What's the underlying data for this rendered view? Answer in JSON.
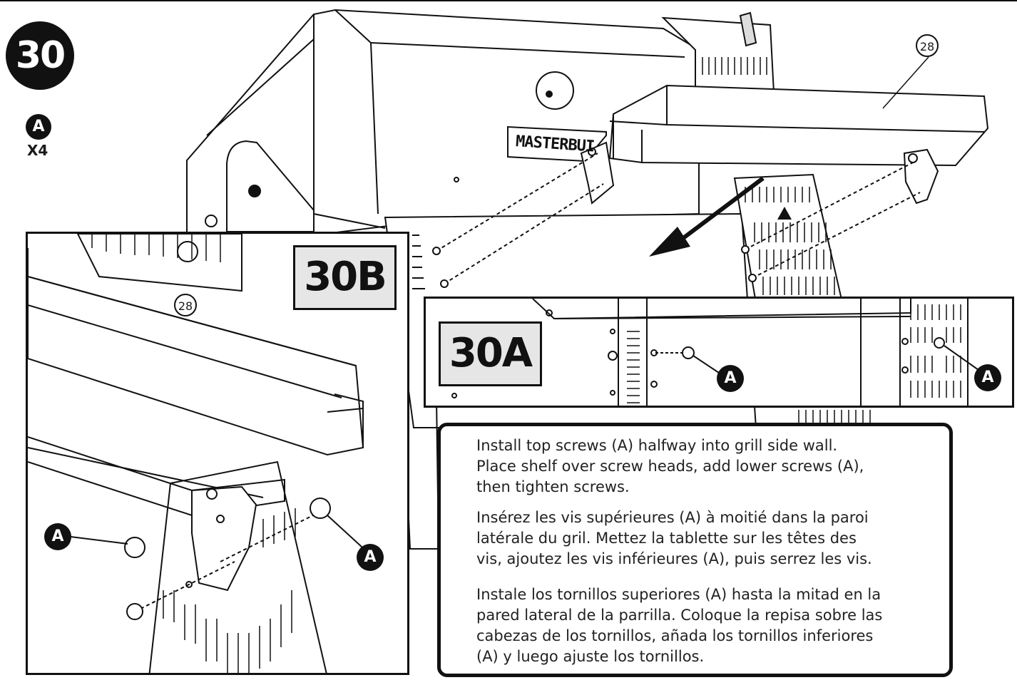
{
  "step": {
    "number": "30",
    "part_label": "A",
    "quantity": "X4"
  },
  "illustration": {
    "part_number": "28",
    "brand_text": "MASTERBUI"
  },
  "insets": {
    "b": {
      "label": "30B",
      "part_number": "28",
      "callouts": [
        "A",
        "A"
      ]
    },
    "a": {
      "label": "30A",
      "callouts": [
        "A",
        "A"
      ]
    }
  },
  "instructions": {
    "english": "Install top screws (A) halfway into grill side wall.\nPlace shelf over screw heads, add lower screws (A),\nthen tighten screws.",
    "french": "Insérez les vis supérieures (A) à moitié dans la paroi\nlatérale du gril. Mettez la tablette sur les têtes des\nvis, ajoutez les vis inférieures (A), puis serrez les vis.",
    "spanish": "Instale los tornillos superiores (A) hasta la mitad en la\npared lateral de la parrilla. Coloque la repisa sobre las\ncabezas de los tornillos, añada los tornillos inferiores\n(A) y luego ajuste los tornillos."
  }
}
